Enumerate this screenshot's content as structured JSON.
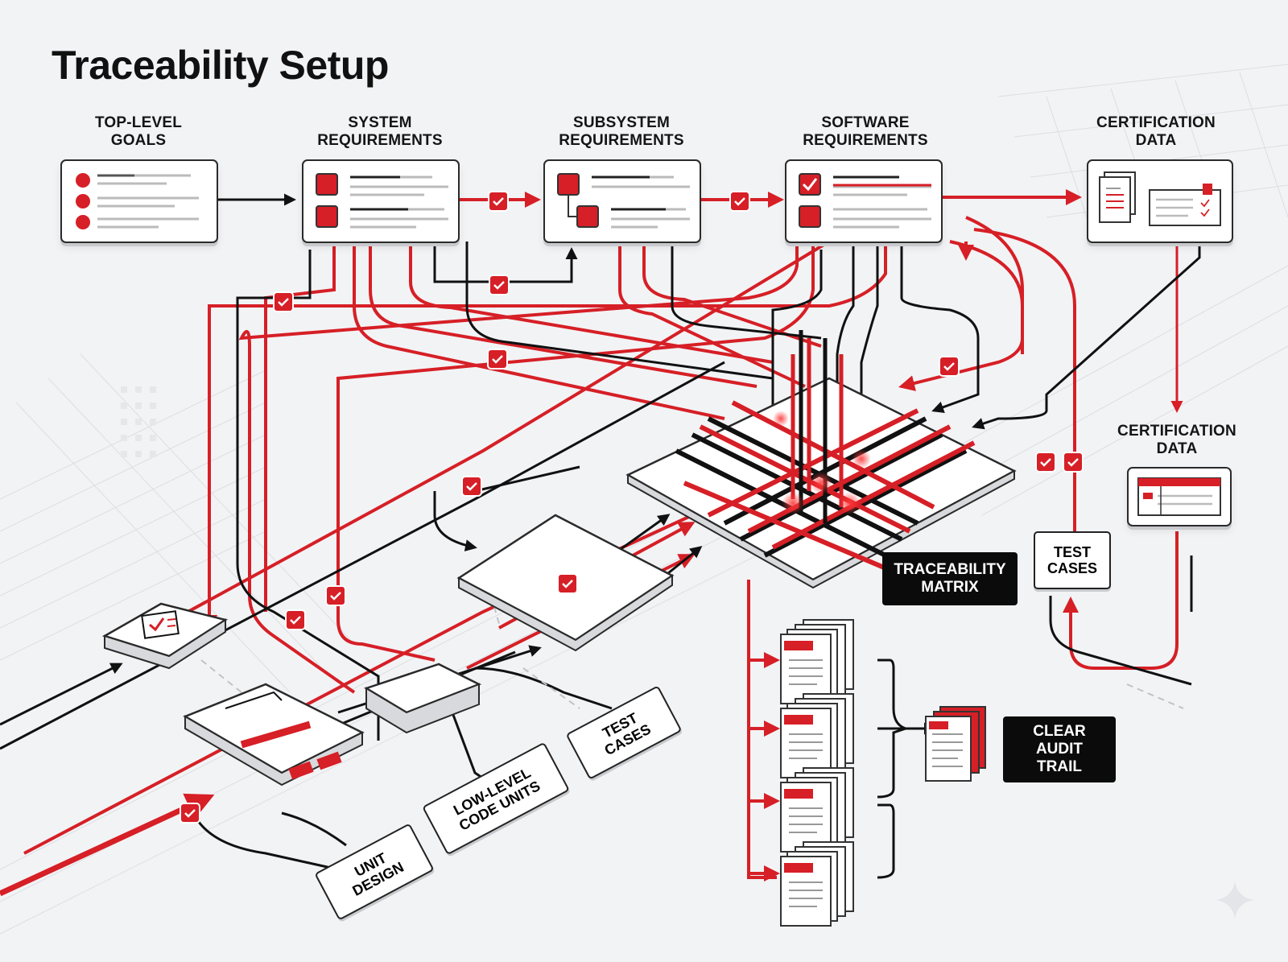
{
  "title": "Traceability Setup",
  "columns": [
    {
      "label": "TOP-LEVEL\nGOALS"
    },
    {
      "label": "SYSTEM\nREQUIREMENTS"
    },
    {
      "label": "SUBSYSTEM\nREQUIREMENTS"
    },
    {
      "label": "SOFTWARE\nREQUIREMENTS"
    },
    {
      "label": "CERTIFICATION\nDATA"
    }
  ],
  "certification_data_2": "CERTIFICATION\nDATA",
  "matrix_label": "TRACEABILITY\nMATRIX",
  "test_cases_right": "TEST\nCASES",
  "audit_trail": "CLEAR\nAUDIT\nTRAIL",
  "test_cases_lower": "TEST\nCASES",
  "low_level_code": "LOW-LEVEL\nCODE UNITS",
  "unit_design": "UNIT\nDESIGN",
  "colors": {
    "accent": "#d61f26",
    "ink": "#111111",
    "background": "#f2f3f5"
  },
  "icons": [
    "list-icon",
    "checkbox-icon",
    "document-icon",
    "checklist-icon",
    "clipboard-icon",
    "stacked-documents-icon",
    "sparkle-icon"
  ]
}
